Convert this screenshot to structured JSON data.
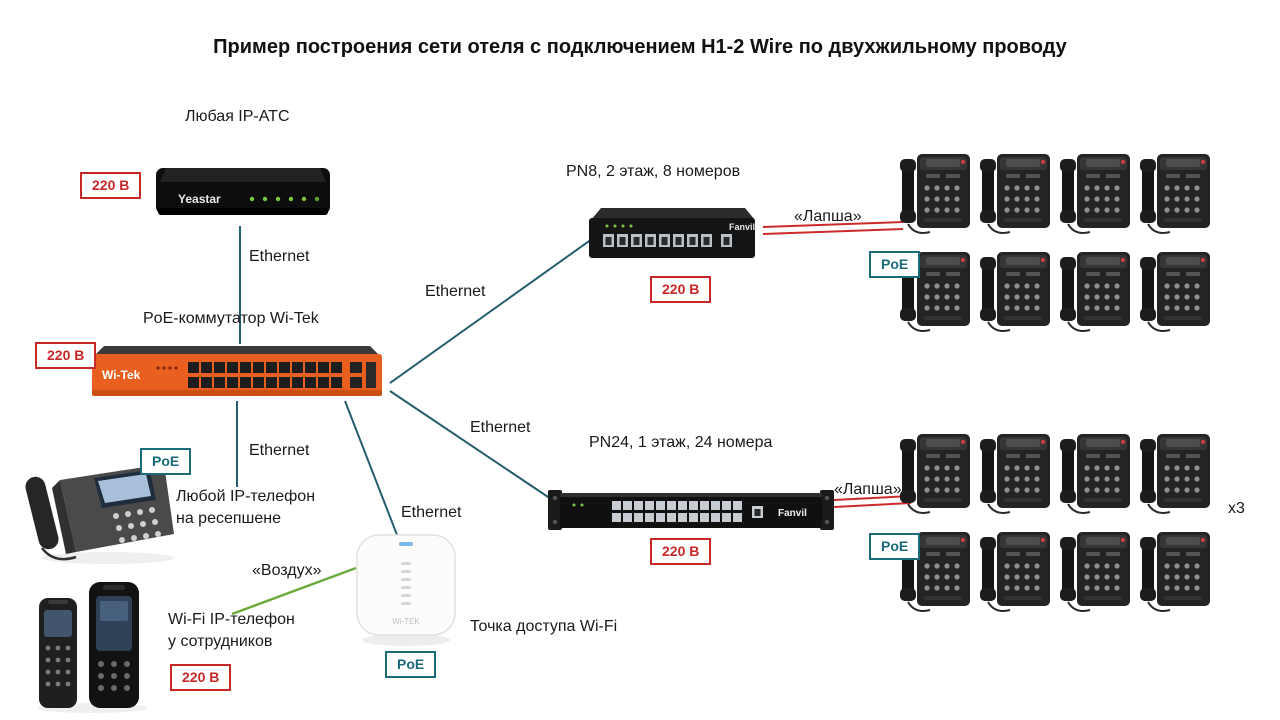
{
  "title": "Пример построения сети отеля с подключением H1-2 Wire по двухжильному проводу",
  "connections": {
    "ethernet": "Ethernet",
    "lapsha": "«Лапша»",
    "vozduh": "«Воздух»"
  },
  "badges": {
    "power": "220 В",
    "poe": "PoE"
  },
  "nodes": {
    "ip_pbx": {
      "label": "Любая IP-АТС",
      "brand": "Yeastar"
    },
    "core_switch": {
      "label": "PoE-коммутатор Wi-Tek",
      "brand": "Wi-Tek"
    },
    "pn8": {
      "label": "PN8, 2 этаж, 8 номеров",
      "brand": "Fanvil"
    },
    "pn24": {
      "label": "PN24, 1 этаж, 24 номера",
      "brand": "Fanvil"
    },
    "reception_phone": {
      "label": "Любой IP-телефон\nна ресепшене"
    },
    "wifi_phone": {
      "label": "Wi-Fi IP-телефон\nу сотрудников"
    },
    "access_point": {
      "label": "Точка доступа Wi-Fi",
      "brand": "Wi-TEK"
    },
    "phone_groups": {
      "multiplier": "x3",
      "phones_per_group": 8,
      "groups": 2
    }
  },
  "colors": {
    "wire": "#255e6e",
    "power_red": "#c62828",
    "poe_teal": "#1b6a7a",
    "air_green": "#6aab3c",
    "switch_orange": "#e85f1f"
  }
}
